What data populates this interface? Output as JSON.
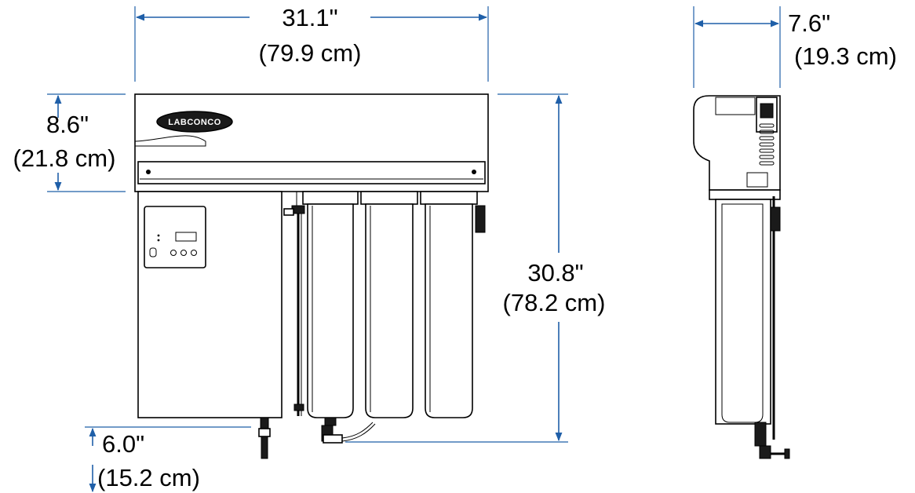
{
  "dimensions": {
    "width": {
      "inches": "31.1\"",
      "cm": "(79.9 cm)"
    },
    "depth": {
      "inches": "7.6\"",
      "cm": "(19.3 cm)"
    },
    "top_height": {
      "inches": "8.6\"",
      "cm": "(21.8 cm)"
    },
    "height": {
      "inches": "30.8\"",
      "cm": "(78.2 cm)"
    },
    "bottom_clearance": {
      "inches": "6.0\"",
      "cm": "(15.2 cm)"
    }
  },
  "logo": {
    "text": "LABCONCO"
  },
  "colors": {
    "dimension": "#1f5fa8",
    "ink": "#000000",
    "background": "#ffffff"
  }
}
